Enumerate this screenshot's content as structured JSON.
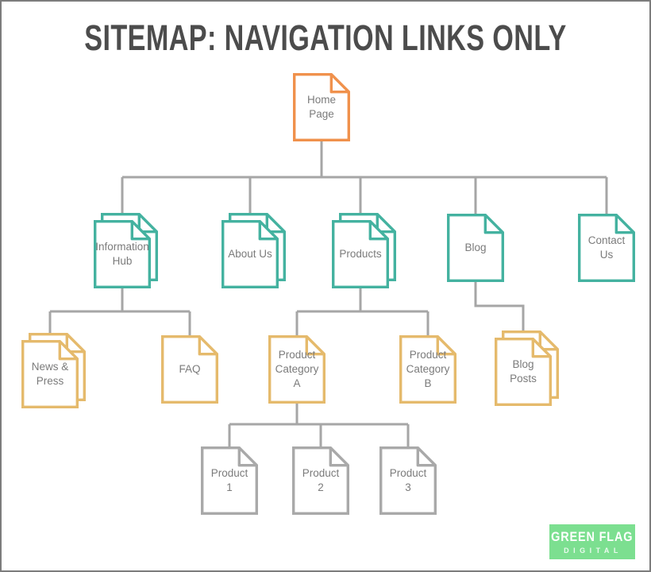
{
  "title": "SITEMAP: NAVIGATION LINKS ONLY",
  "palette": {
    "teal": "#44B2A0",
    "orange": "#F0914C",
    "gold": "#E5BA6C",
    "gray": "#A9A9A9",
    "connector": "#A6A6A6",
    "label_text": "#7B7B7B",
    "title_text": "#4C4C4C",
    "logo_green": "#7CDF90"
  },
  "nodes": [
    {
      "id": "home-page",
      "label": "Home\nPage",
      "color": "orange",
      "stacked": false,
      "level": 1
    },
    {
      "id": "information-hub",
      "label": "Information\nHub",
      "color": "teal",
      "stacked": true,
      "level": 2
    },
    {
      "id": "about-us",
      "label": "About Us",
      "color": "teal",
      "stacked": true,
      "level": 2
    },
    {
      "id": "products",
      "label": "Products",
      "color": "teal",
      "stacked": true,
      "level": 2
    },
    {
      "id": "blog",
      "label": "Blog",
      "color": "teal",
      "stacked": false,
      "level": 2
    },
    {
      "id": "contact-us",
      "label": "Contact\nUs",
      "color": "teal",
      "stacked": false,
      "level": 2
    },
    {
      "id": "news-press",
      "label": "News &\nPress",
      "color": "gold",
      "stacked": true,
      "level": 3
    },
    {
      "id": "faq",
      "label": "FAQ",
      "color": "gold",
      "stacked": false,
      "level": 3
    },
    {
      "id": "product-category-a",
      "label": "Product\nCategory\nA",
      "color": "gold",
      "stacked": false,
      "level": 3
    },
    {
      "id": "product-category-b",
      "label": "Product\nCategory\nB",
      "color": "gold",
      "stacked": false,
      "level": 3
    },
    {
      "id": "blog-posts",
      "label": "Blog\nPosts",
      "color": "gold",
      "stacked": true,
      "level": 3
    },
    {
      "id": "product-1",
      "label": "Product\n1",
      "color": "gray",
      "stacked": false,
      "level": 4
    },
    {
      "id": "product-2",
      "label": "Product\n2",
      "color": "gray",
      "stacked": false,
      "level": 4
    },
    {
      "id": "product-3",
      "label": "Product\n3",
      "color": "gray",
      "stacked": false,
      "level": 4
    }
  ],
  "logo": {
    "line1": "GREEN FLAG",
    "line2": "DIGITAL"
  }
}
